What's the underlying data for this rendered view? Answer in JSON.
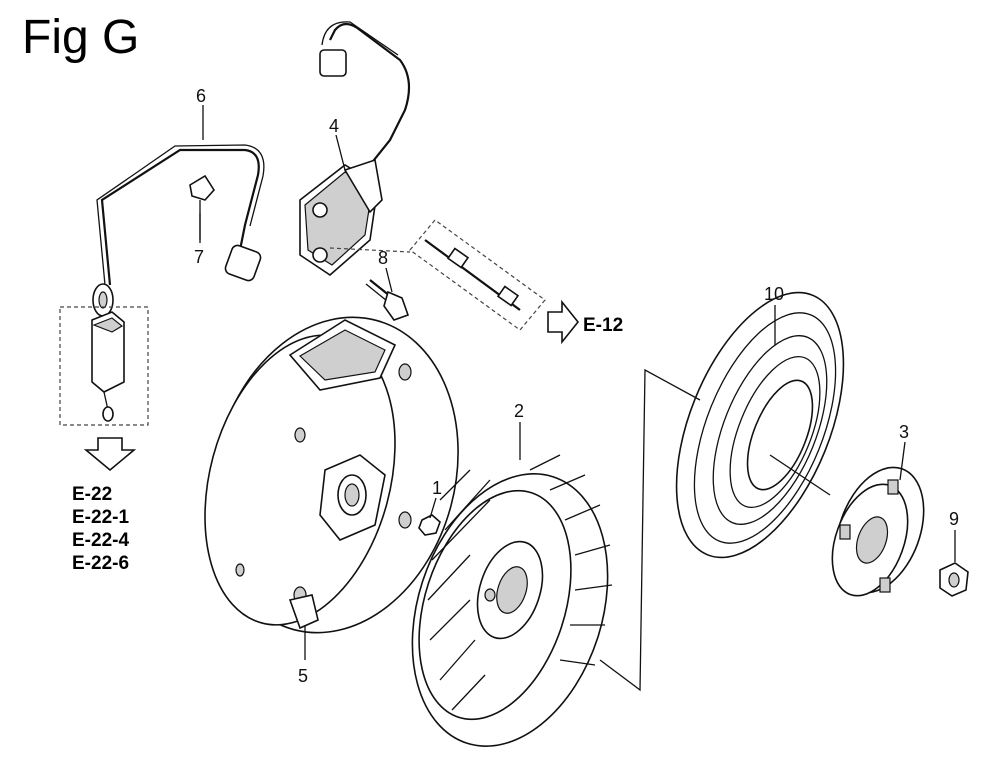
{
  "figure": {
    "title": "Fig G"
  },
  "callouts": [
    "1",
    "2",
    "3",
    "4",
    "5",
    "6",
    "7",
    "8",
    "9",
    "10"
  ],
  "references": {
    "ignition": "E-12",
    "switch": [
      "E-22",
      "E-22-1",
      "E-22-4",
      "E-22-6"
    ]
  }
}
